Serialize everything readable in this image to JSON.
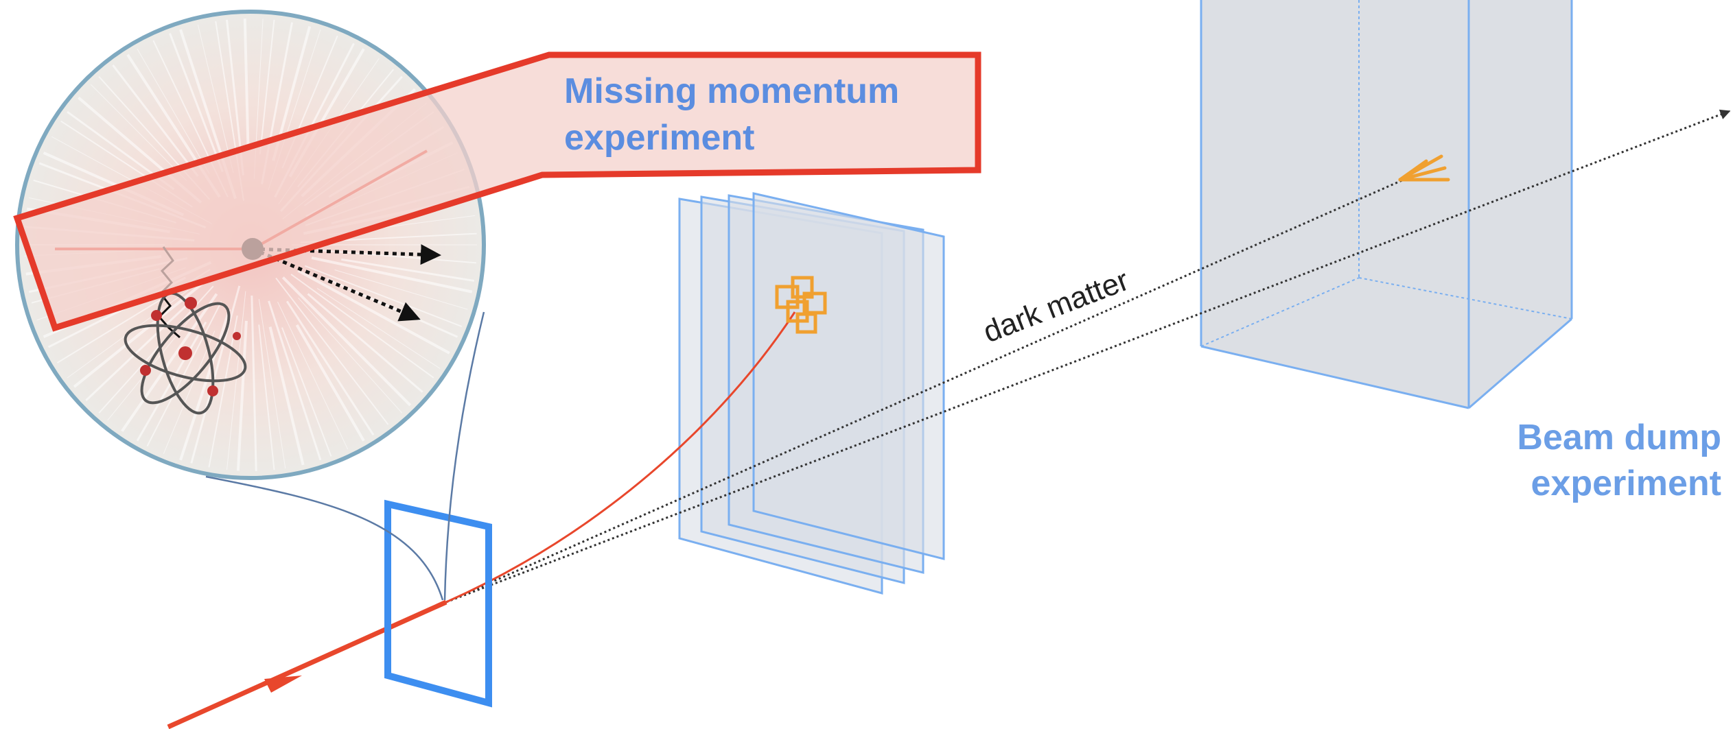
{
  "diagram": {
    "missing_momentum": {
      "line1": "Missing momentum",
      "line2": "experiment"
    },
    "beam_dump": {
      "line1": "Beam dump",
      "line2": "experiment"
    },
    "dark_matter_label": "dark matter"
  },
  "colors": {
    "beam_red": "#e8472c",
    "box_red": "#e53a2a",
    "box_fill": "#f6ddd8",
    "label_blue": "#5b8de0",
    "panel_stroke": "#7aaff0",
    "panel_fill": "#dde1e8",
    "target_blue": "#3d8ef0",
    "shower_orange": "#f0a030",
    "dark_line": "#333333",
    "bubble_rim": "#7fa9c0"
  },
  "icons": [
    "atom-icon",
    "photon-squiggle-icon"
  ]
}
